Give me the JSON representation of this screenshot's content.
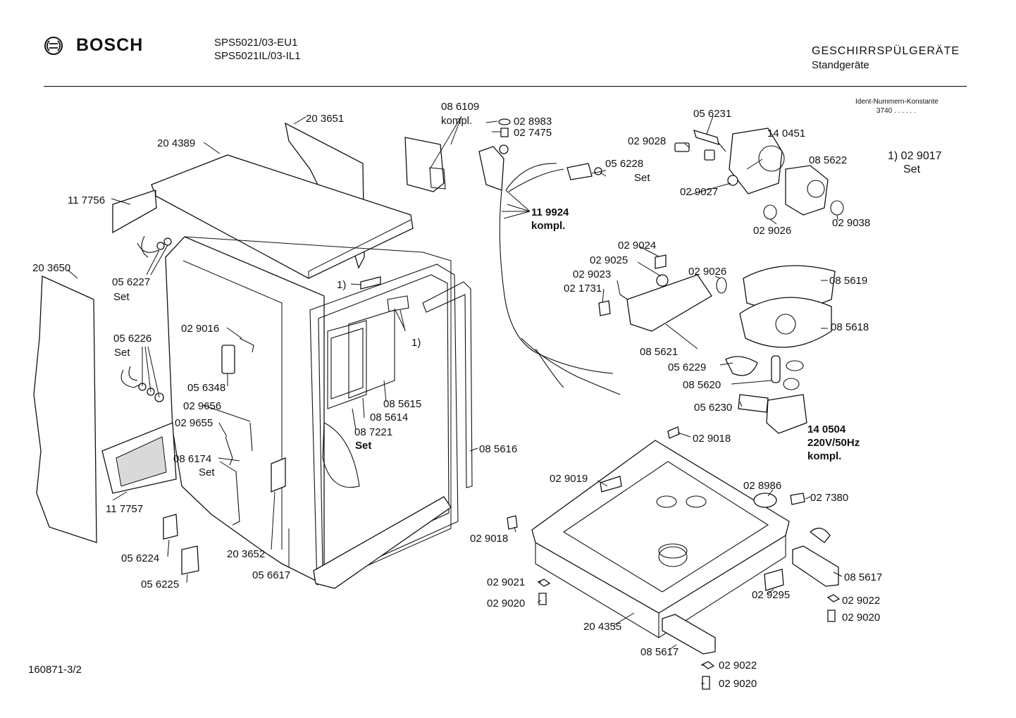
{
  "header": {
    "brand": "BOSCH",
    "models": [
      "SPS5021/03-EU1",
      "SPS5021IL/03-IL1"
    ],
    "category": "GESCHIRRSPÜLGERÄTE",
    "subcategory": "Standgeräte",
    "ident_label": "Ident-Nummern-Konstante",
    "ident_value": "3740  . .   . . . ."
  },
  "footer": {
    "doc_number": "160871-3/2"
  },
  "note": {
    "line1": "1) 02 9017",
    "line2": "Set"
  },
  "labels": {
    "p203651": "20 3651",
    "p204389": "20 4389",
    "p117756": "11 7756",
    "p203650": "20 3650",
    "p056227": "05 6227",
    "p056227set": "Set",
    "p056226": "05 6226",
    "p056226set": "Set",
    "p029016": "02 9016",
    "p056348": "05 6348",
    "p029656": "02 9656",
    "p029655": "02 9655",
    "p086174": "08 6174",
    "p086174set": "Set",
    "p117757": "11 7757",
    "p056224": "05 6224",
    "p056225": "05 6225",
    "p203652": "20 3652",
    "p056617": "05 6617",
    "ref1a": "1)",
    "ref1b": "1)",
    "p085615": "08 5615",
    "p085614": "08 5614",
    "p087221": "08 7221",
    "p087221set": "Set",
    "p085616": "08 5616",
    "p086109": "08 6109",
    "p086109k": "kompl.",
    "p028983": "02 8983",
    "p027475": "02 7475",
    "p119924": "11 9924",
    "p119924k": "kompl.",
    "p056228": "05 6228",
    "p056228set": "Set",
    "p056231": "05 6231",
    "p029028": "02 9028",
    "p140451": "14 0451",
    "p085622": "08 5622",
    "p029027": "02 9027",
    "p029026a": "02 9026",
    "p029038": "02 9038",
    "p029024": "02 9024",
    "p029025": "02 9025",
    "p029023": "02 9023",
    "p021731": "02 1731",
    "p029026b": "02 9026",
    "p085619": "08 5619",
    "p085618": "08 5618",
    "p085621": "08 5621",
    "p056229": "05 6229",
    "p085620": "08 5620",
    "p056230": "05 6230",
    "p140504": "14 0504",
    "p140504v": "220V/50Hz",
    "p140504k": "kompl.",
    "p029018a": "02 9018",
    "p029019": "02 9019",
    "p028986": "02 8986",
    "p027380": "02 7380",
    "p029018b": "02 9018",
    "p029021": "02 9021",
    "p029020a": "02 9020",
    "p204355": "20 4355",
    "p029295": "02 9295",
    "p085617a": "08 5617",
    "p029022a": "02 9022",
    "p029020b": "02 9020",
    "p085617b": "08 5617",
    "p029022b": "02 9022",
    "p029020c": "02 9020"
  }
}
